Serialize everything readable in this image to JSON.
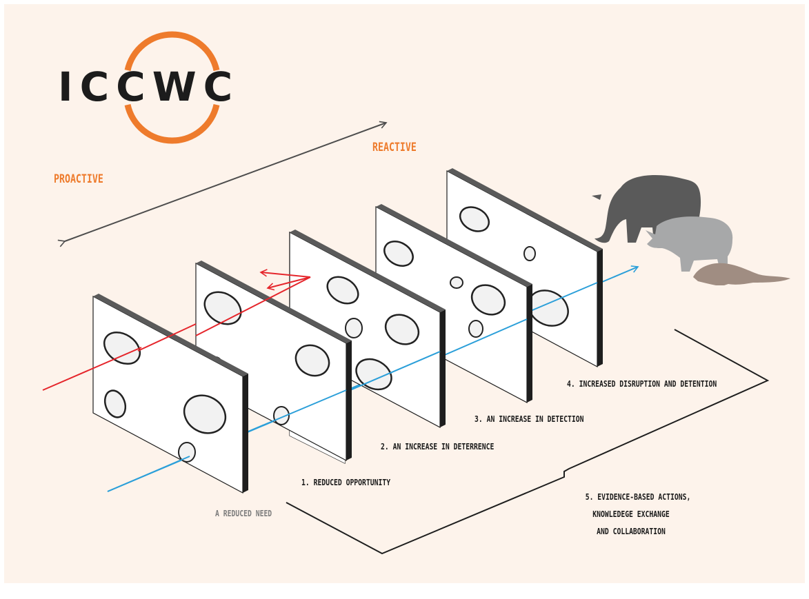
{
  "logo": {
    "text": "ICCWC",
    "ring_color": "#ee7b2c",
    "text_color": "#1c1c1c"
  },
  "axis": {
    "reactive": "REACTIVE",
    "proactive": "PROACTIVE"
  },
  "labels": {
    "need": "A REDUCED NEED",
    "s1": "1. REDUCED OPPORTUNITY",
    "s2": "2. AN INCREASE IN DETERRENCE",
    "s3": "3. AN INCREASE IN DETECTION",
    "s4": "4. INCREASED DISRUPTION AND DETENTION",
    "s5_line1": "5. EVIDENCE-BASED ACTIONS,",
    "s5_line2": "KNOWLEDEGE EXCHANGE",
    "s5_line3": "AND COLLABORATION"
  },
  "colors": {
    "background": "#fdf3eb",
    "accent": "#ee7b2c",
    "threat_line": "#e5252b",
    "flow_line": "#2b9fd9"
  },
  "icons": [
    "elephant-icon",
    "rhino-icon",
    "pangolin-icon"
  ]
}
